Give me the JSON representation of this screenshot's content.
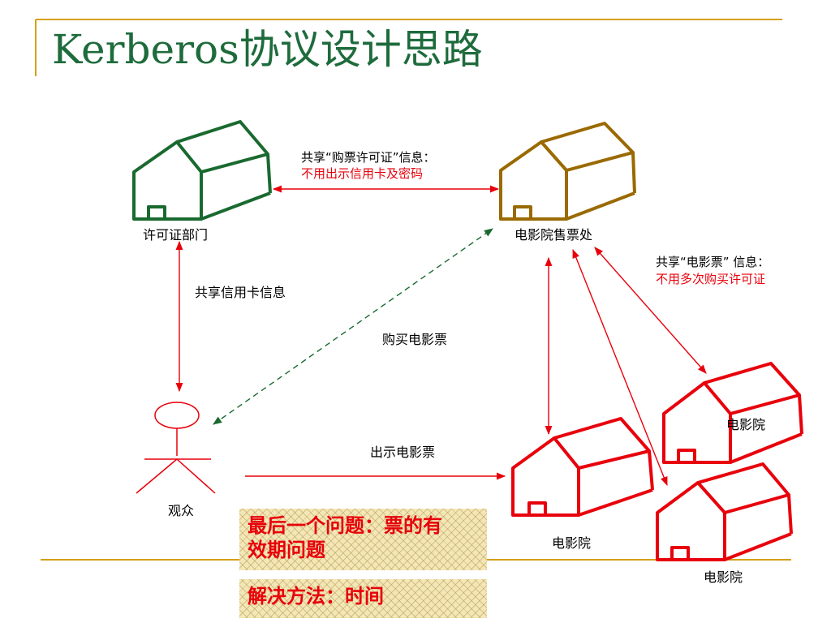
{
  "title": "Kerberos协议设计思路",
  "nodes": {
    "permit_dept": "许可证部门",
    "ticket_office": "电影院售票处",
    "audience": "观众",
    "cinema_1": "电影院",
    "cinema_2": "电影院",
    "cinema_3": "电影院"
  },
  "edges": {
    "share_permit": "共享“购票许可证”信息：",
    "share_permit_note": "不用出示信用卡及密码",
    "share_card": "共享信用卡信息",
    "buy_ticket": "购买电影票",
    "show_ticket": "出示电影票",
    "share_ticket": "共享“电影票” 信息：",
    "share_ticket_note": "不用多次购买许可证"
  },
  "callouts": {
    "question": "最后一个问题：票的有效期问题",
    "solution": "解决方法：时间"
  },
  "colors": {
    "title": "#1e6b3c",
    "permit_house": "#1a6a30",
    "office_house": "#9a6a00",
    "cinema_house": "#e8000b",
    "arrow": "#e8000b",
    "dashed_arrow": "#1a6a30",
    "callout_bg": "#f3e7b9",
    "rule": "#d4a017"
  }
}
